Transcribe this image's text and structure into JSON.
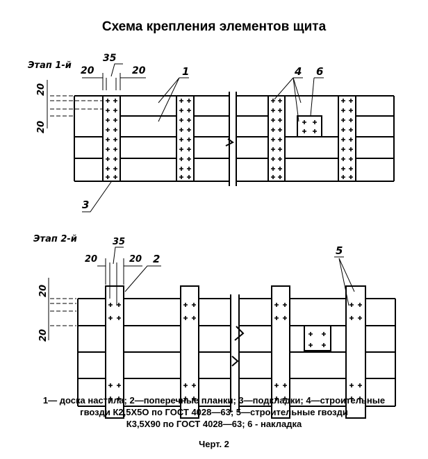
{
  "title": "Схема крепления элементов щита",
  "stage1": {
    "label": "Этап 1-й",
    "dim_35": "35",
    "dim_20_left": "20",
    "dim_20_right": "20",
    "dim_20_top": "20",
    "dim_20_bottom": "20",
    "callout_1": "1",
    "callout_3": "3",
    "callout_4": "4",
    "callout_6": "6"
  },
  "stage2": {
    "label": "Этап 2-й",
    "dim_35": "35",
    "dim_20_left": "20",
    "dim_20_right": "20",
    "dim_20_top": "20",
    "dim_20_bottom": "20",
    "callout_2": "2",
    "callout_5": "5"
  },
  "caption": {
    "line1": "1— доска настила; 2—поперечные планки; 3—подкладки; 4—строительные",
    "line2": "гвозди  К2,5Х5О по ГОСТ 4028—63; 5—строительные гвозди",
    "line3": "К3,5Х90 по ГОСТ 4028—63; 6 - накладка"
  },
  "figure_label": "Черт. 2"
}
